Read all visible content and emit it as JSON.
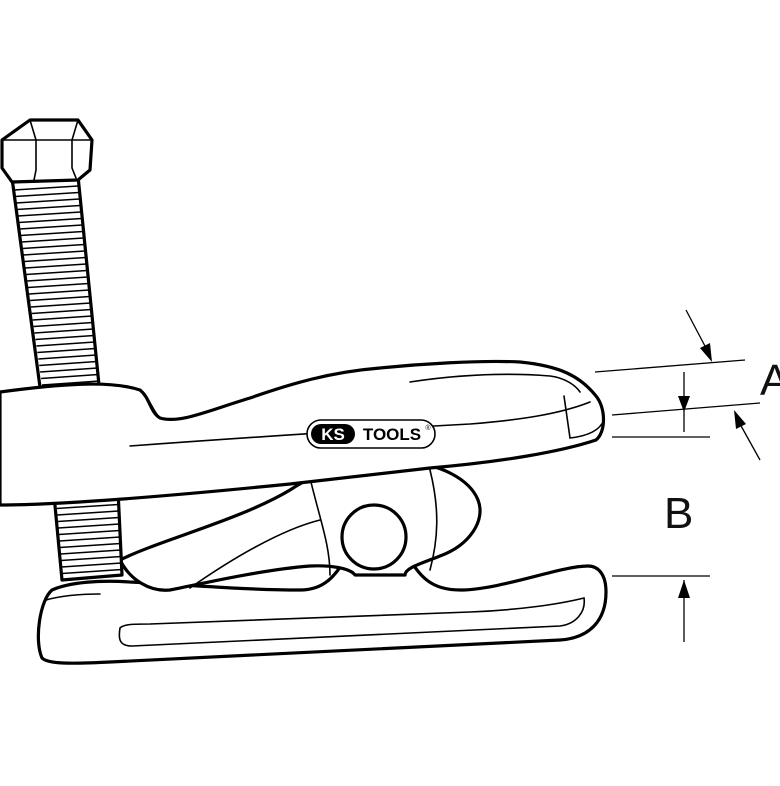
{
  "diagram": {
    "logo": {
      "brand_ks": "KS",
      "brand_tools": "TOOLS",
      "registered_mark": "®"
    },
    "dimension_labels": {
      "a": "A",
      "b": "B"
    },
    "colors": {
      "line": "#000000",
      "background": "#ffffff"
    }
  }
}
